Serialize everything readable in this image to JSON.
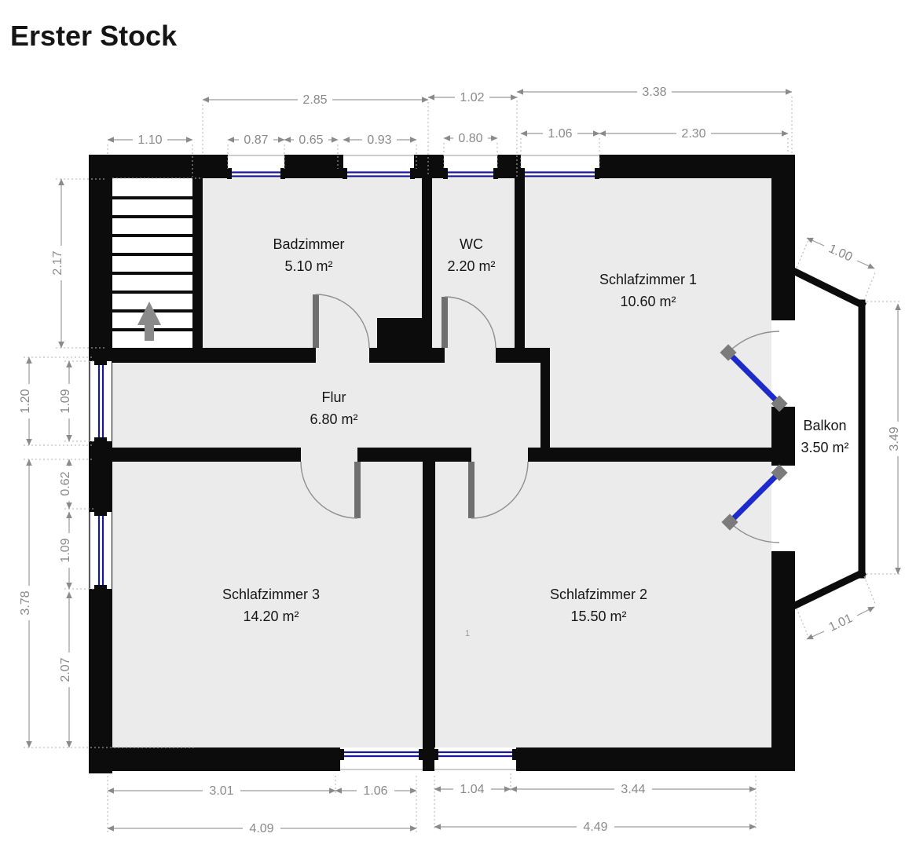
{
  "title": "Erster Stock",
  "rooms": [
    {
      "name": "Badzimmer",
      "area": "5.10 m²"
    },
    {
      "name": "WC",
      "area": "2.20 m²"
    },
    {
      "name": "Schlafzimmer 1",
      "area": "10.60 m²"
    },
    {
      "name": "Flur",
      "area": "6.80 m²"
    },
    {
      "name": "Balkon",
      "area": "3.50 m²"
    },
    {
      "name": "Schlafzimmer 3",
      "area": "14.20 m²"
    },
    {
      "name": "Schlafzimmer 2",
      "area": "15.50 m²"
    }
  ],
  "dims": {
    "top": [
      "2.85",
      "1.02",
      "3.38"
    ],
    "top2": [
      "1.10",
      "0.87",
      "0.65",
      "0.93",
      "0.80",
      "1.06",
      "2.30"
    ],
    "left": [
      "2.17",
      "1.20",
      "1.09",
      "0.62",
      "1.09",
      "3.78",
      "2.07"
    ],
    "right": [
      "1.00",
      "3.49",
      "1.01"
    ],
    "bottom": [
      "3.01",
      "1.06",
      "1.04",
      "3.44"
    ],
    "bottom2": [
      "4.09",
      "4.49"
    ]
  },
  "stray_mark": "1",
  "colors": {
    "wall": "#0c0c0c",
    "room_fill": "#ebebeb",
    "window_blue": "#1a1a99",
    "balcony_door_blue": "#1d2bc8",
    "dimension_gray": "#8a8a8a"
  },
  "icons": {
    "stairs_arrow": "up-arrow"
  }
}
